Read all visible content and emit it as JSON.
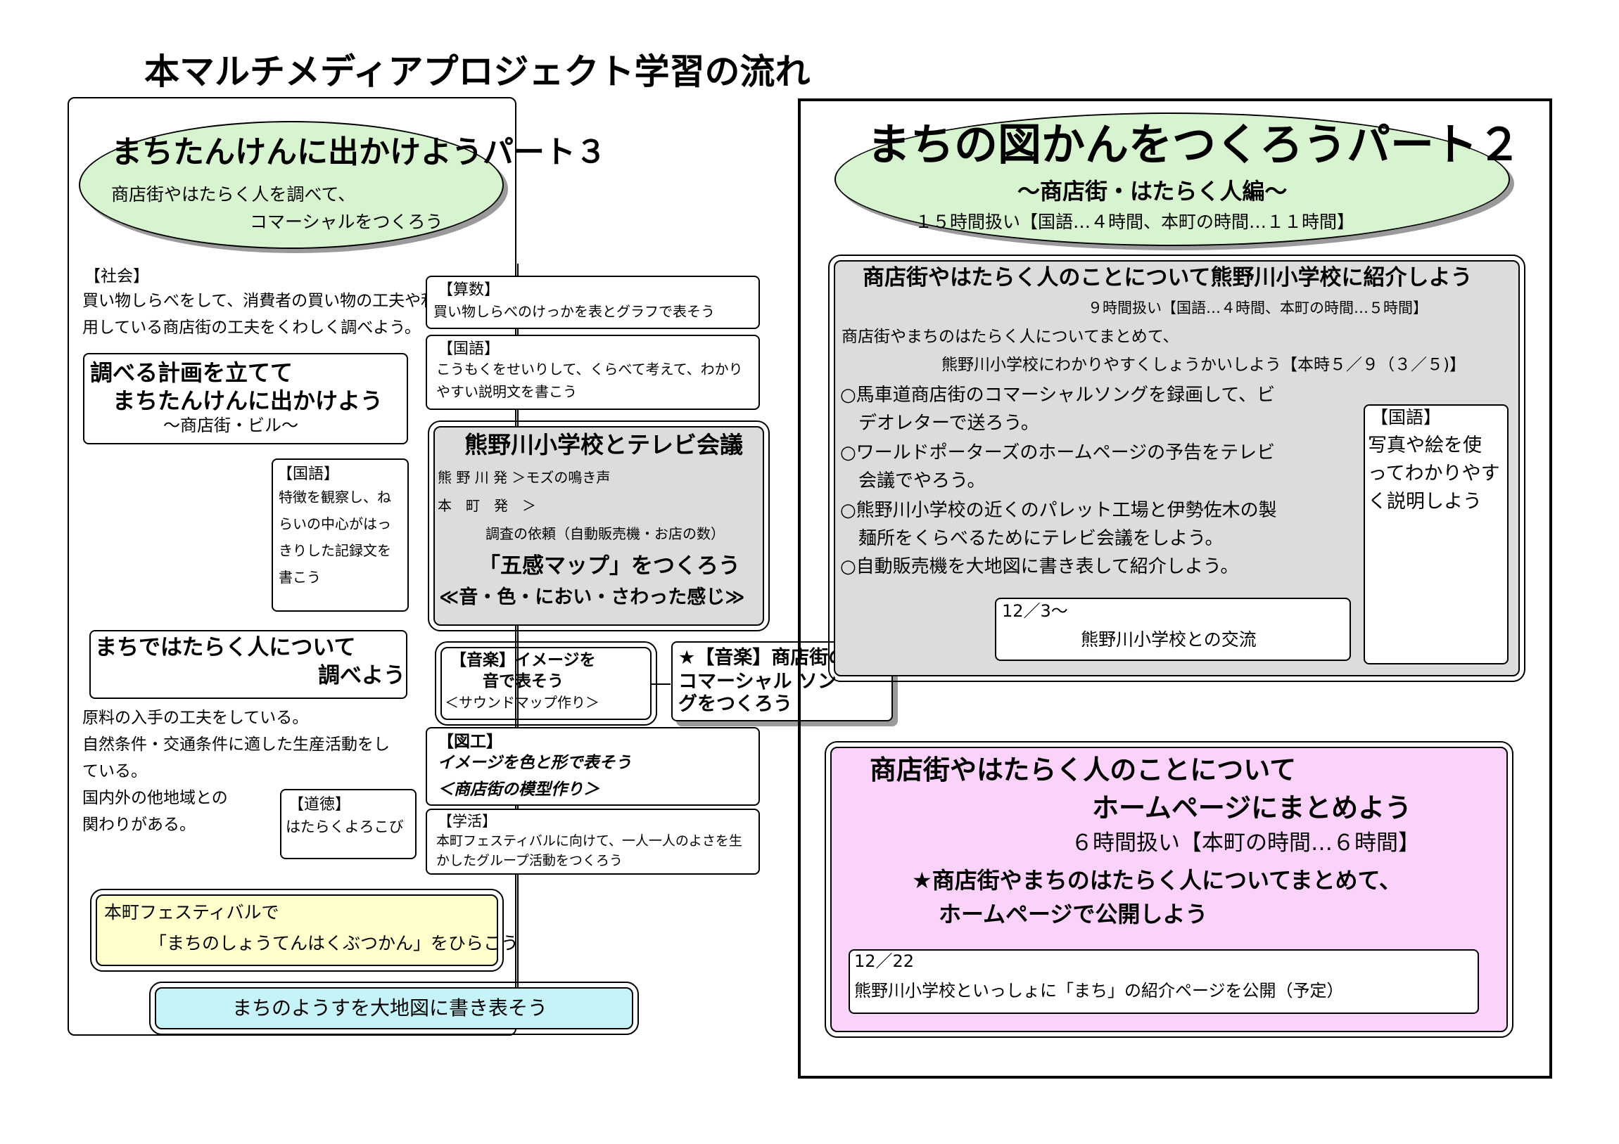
{
  "colors": {
    "green": "#d8f3d0",
    "yellow": "#ffffcc",
    "cyan": "#c6f3f8",
    "gray": "#dcdcdc",
    "pink": "#fbd2fa"
  },
  "title": "本マルチメディアプロジェクト学習の流れ",
  "left": {
    "oval": {
      "title": "まちたんけんに出かけようパート３",
      "line1": "商店街やはたらく人を調べて、",
      "line2": "コマーシャルをつくろう"
    },
    "shakai": {
      "tag": "【社会】",
      "line1": "買い物しらべをして、消費者の買い物の工夫や利",
      "line2": "用している商店街の工夫をくわしく調べよう。"
    },
    "plan": {
      "line1": "調べる計画を立てて",
      "line2": "まちたんけんに出かけよう",
      "line3": "～商店街・ビル～"
    },
    "kokugo": {
      "tag": "【国語】",
      "lines": [
        "特徴を観察し、ね",
        "らいの中心がはっ",
        "きりした記録文を",
        "書こう"
      ]
    },
    "work": {
      "line1": "まちではたらく人について",
      "line2": "調べよう"
    },
    "facts": [
      "原料の入手の工夫をしている。",
      "自然条件・交通条件に適した生産活動をし",
      "ている。",
      "国内外の他地域との",
      "関わりがある。"
    ],
    "doutoku": {
      "tag": "【道徳】",
      "text": "はたらくよろこび"
    },
    "festival": {
      "line1": "本町フェスティバルで",
      "line2": "「まちのしょうてんはくぶつかん」をひらこう"
    },
    "bigmap": "まちのようすを大地図に書き表そう"
  },
  "middle": {
    "sansu": {
      "tag": "【算数】",
      "text": "買い物しらべのけっかを表とグラフで表そう"
    },
    "kokugo": {
      "tag": "【国語】",
      "line1": "こうもくをせいりして、くらべて考えて、わかり",
      "line2": "やすい説明文を書こう"
    },
    "tv": {
      "title": "熊野川小学校とテレビ会議",
      "line1": "熊 野 川 発 ＞モズの鳴き声",
      "line2": "本　町　発　＞",
      "line3": "調査の依頼（自動販売機・お店の数）",
      "line4": "「五感マップ」をつくろう",
      "line5": "≪音・色・におい・さわった感じ≫"
    },
    "ongaku1": {
      "line1": "【音楽】イメージを",
      "line2": "音で表そう",
      "line3": "＜サウンドマップ作り＞"
    },
    "ongaku2": {
      "line1": "★【音楽】商店街の",
      "line2": "コマーシャル ソン",
      "line3": "グをつくろう"
    },
    "zuko": {
      "tag": "【図工】",
      "line1": "イメージを色と形で表そう",
      "line2": "＜商店街の模型作り＞"
    },
    "gakkatsu": {
      "tag": "【学活】",
      "line1": "本町フェスティバルに向けて、一人一人のよさを生",
      "line2": "かしたグループ活動をつくろう"
    }
  },
  "right": {
    "oval": {
      "title": "まちの図かんをつくろうパート２",
      "subtitle": "～商店街・はたらく人編～",
      "hours": "１５時間扱い【国語…４時間、本町の時間…１１時間】"
    },
    "gray": {
      "title": "商店街やはたらく人のことについて熊野川小学校に紹介しよう",
      "hours": "９時間扱い【国語…４時間、本町の時間…５時間】",
      "line1": "商店街やまちのはたらく人についてまとめて、",
      "line2": "熊野川小学校にわかりやすくしょうかいしよう【本時５／９（３／５)】",
      "items": [
        "○馬車道商店街のコマーシャルソングを録画して、ビ",
        "　デオレターで送ろう。",
        "○ワールドポーターズのホームページの予告をテレビ",
        "　会議でやろう。",
        "○熊野川小学校の近くのパレット工場と伊勢佐木の製",
        "　麺所をくらべるためにテレビ会議をしよう。",
        "○自動販売機を大地図に書き表して紹介しよう。"
      ],
      "kokugo": {
        "tag": "【国語】",
        "lines": [
          "写真や絵を使",
          "ってわかりやす",
          "く説明しよう"
        ]
      },
      "exchange": {
        "date": "12／3～",
        "text": "熊野川小学校との交流"
      }
    },
    "pink": {
      "line1": "商店街やはたらく人のことについて",
      "line2": "ホームページにまとめよう",
      "hours": "６時間扱い【本町の時間…６時間】",
      "star1": "★商店街やまちのはたらく人についてまとめて、",
      "star2": "ホームページで公開しよう",
      "publish": {
        "date": "12／22",
        "text": "熊野川小学校といっしょに「まち」の紹介ページを公開（予定）"
      }
    }
  }
}
